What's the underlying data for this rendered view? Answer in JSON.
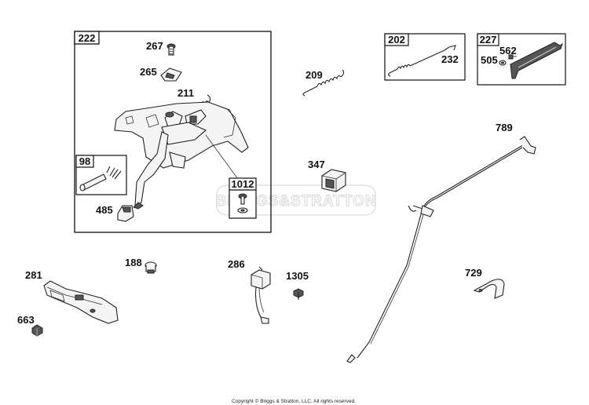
{
  "watermark": "BRIGGS&STRATTON",
  "copyright": "Copyright © Briggs & Stratton, LLC. All rights reserved.",
  "boxes": {
    "b222": "222",
    "b98": "98",
    "b1012": "1012",
    "b202": "202",
    "b227": "227"
  },
  "labels": {
    "l267": "267",
    "l265": "265",
    "l211": "211",
    "l485": "485",
    "l209": "209",
    "l232": "232",
    "l562": "562",
    "l505": "505",
    "l789": "789",
    "l347": "347",
    "l188": "188",
    "l286": "286",
    "l1305": "1305",
    "l281": "281",
    "l663": "663",
    "l729": "729"
  }
}
